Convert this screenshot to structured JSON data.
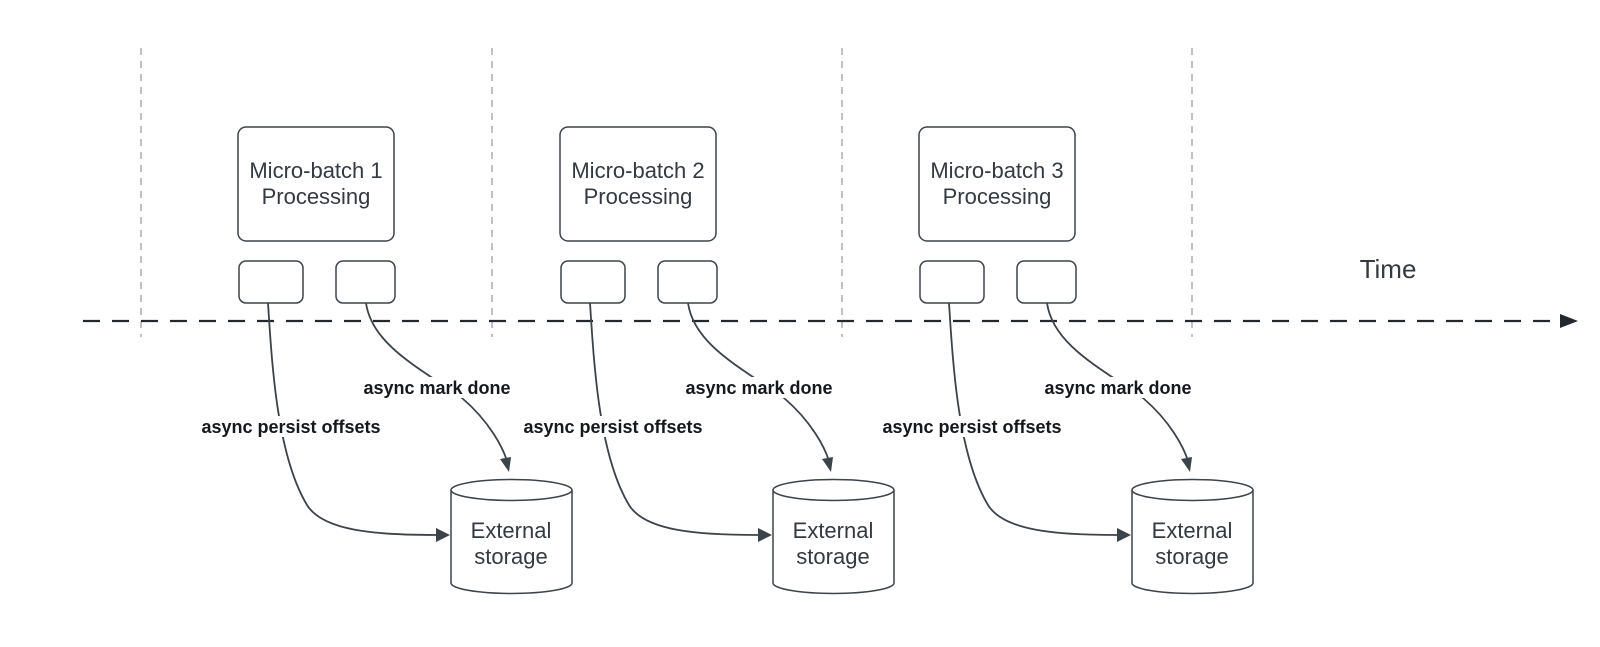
{
  "colors": {
    "stroke": "#3c434b",
    "axis": "#23272e",
    "guide": "#aeb3b8",
    "text": "#343a42",
    "label": "#15181c",
    "background": "#ffffff"
  },
  "axis": {
    "time_label": "Time"
  },
  "groups": [
    {
      "box_line1": "Micro-batch 1",
      "box_line2": "Processing",
      "persist_label": "async persist offsets",
      "done_label": "async mark done",
      "storage_line1": "External",
      "storage_line2": "storage"
    },
    {
      "box_line1": "Micro-batch 2",
      "box_line2": "Processing",
      "persist_label": "async persist offsets",
      "done_label": "async mark done",
      "storage_line1": "External",
      "storage_line2": "storage"
    },
    {
      "box_line1": "Micro-batch 3",
      "box_line2": "Processing",
      "persist_label": "async persist offsets",
      "done_label": "async mark done",
      "storage_line1": "External",
      "storage_line2": "storage"
    }
  ]
}
